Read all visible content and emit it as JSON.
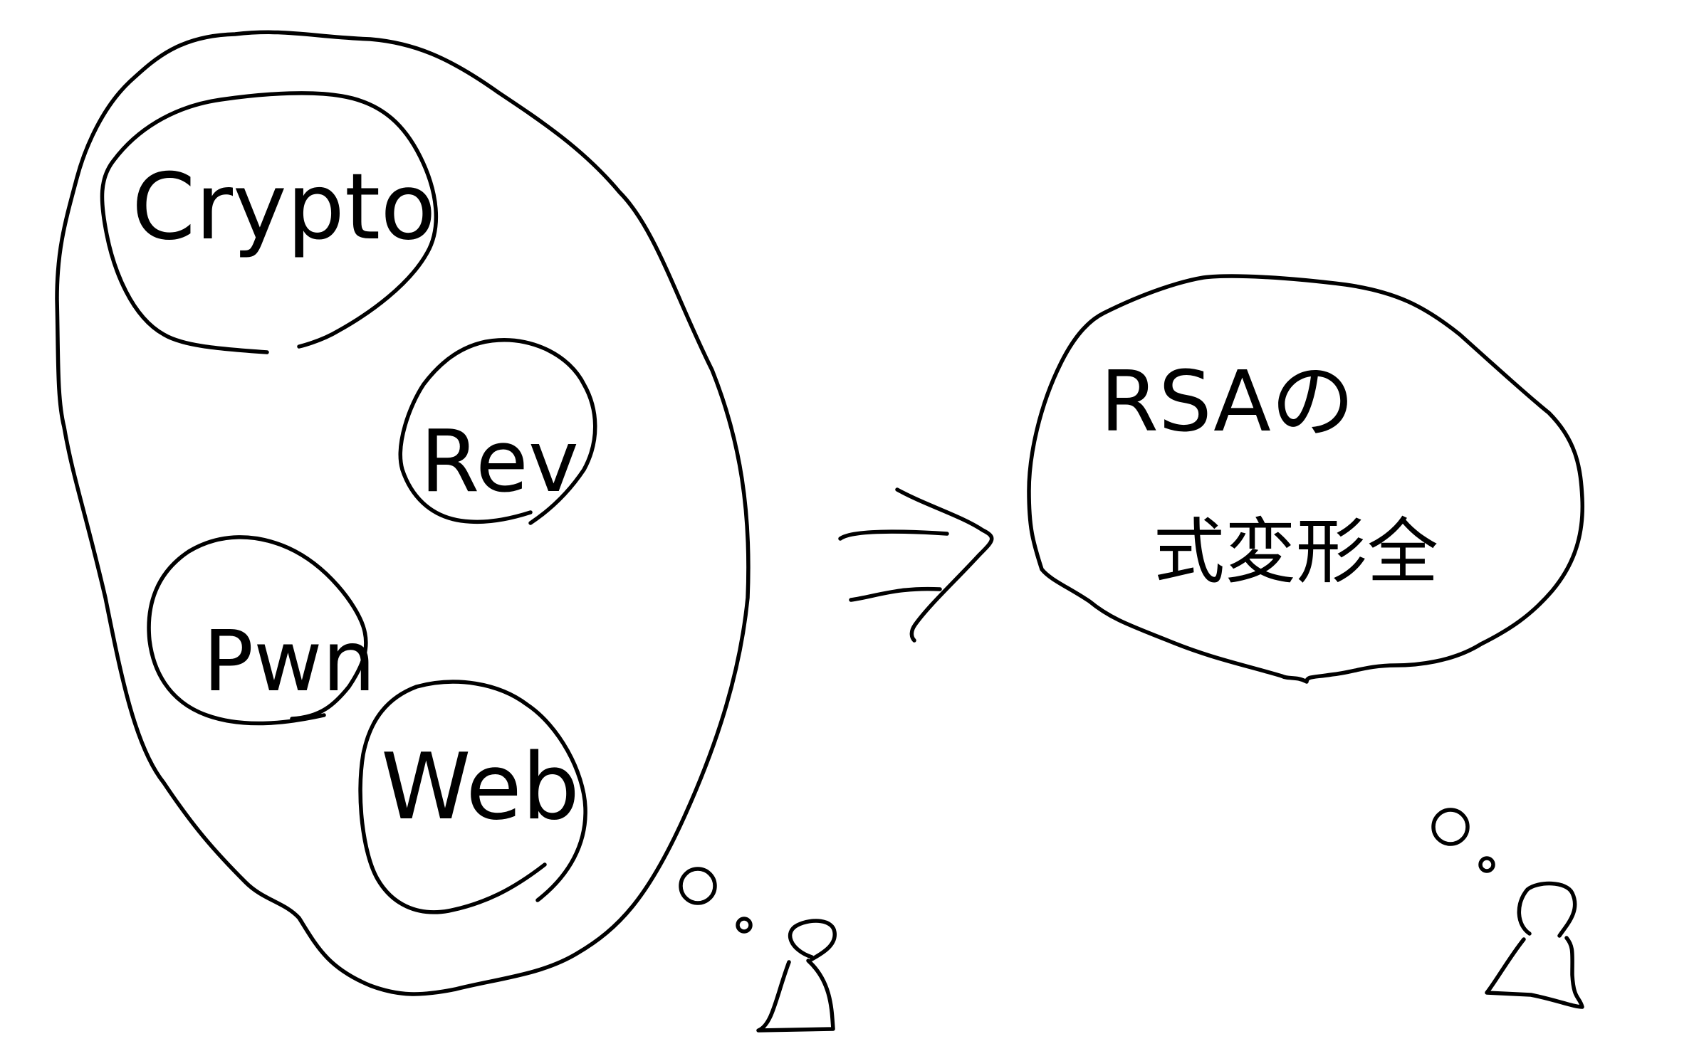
{
  "stroke_color": "#000000",
  "background_color": "#ffffff",
  "left_cloud": {
    "topics": [
      {
        "label": "Crypto"
      },
      {
        "label": "Rev"
      },
      {
        "label": "Pwn"
      },
      {
        "label": "Web"
      }
    ]
  },
  "arrow": {
    "label": "⇒"
  },
  "right_cloud": {
    "line1": "RSAの",
    "line2": "式変形全"
  }
}
